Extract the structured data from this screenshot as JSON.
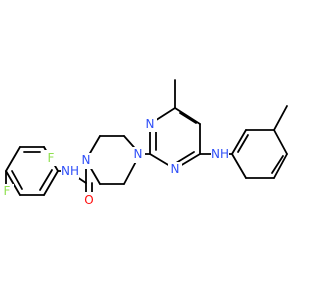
{
  "colors": {
    "carbon": "#000000",
    "nitrogen": "#3050F8",
    "oxygen": "#FF0D0D",
    "fluorine": "#90E050"
  },
  "atoms": {
    "n_piperazine_top": "N",
    "n_piperazine_bottom": "N",
    "n_pyrimidine_left": "N",
    "n_pyrimidine_bottom": "N",
    "amine_right": "NH",
    "amide_nh": "NH",
    "carbonyl_o": "O",
    "fluorine_ortho": "F",
    "fluorine_para": "F"
  }
}
